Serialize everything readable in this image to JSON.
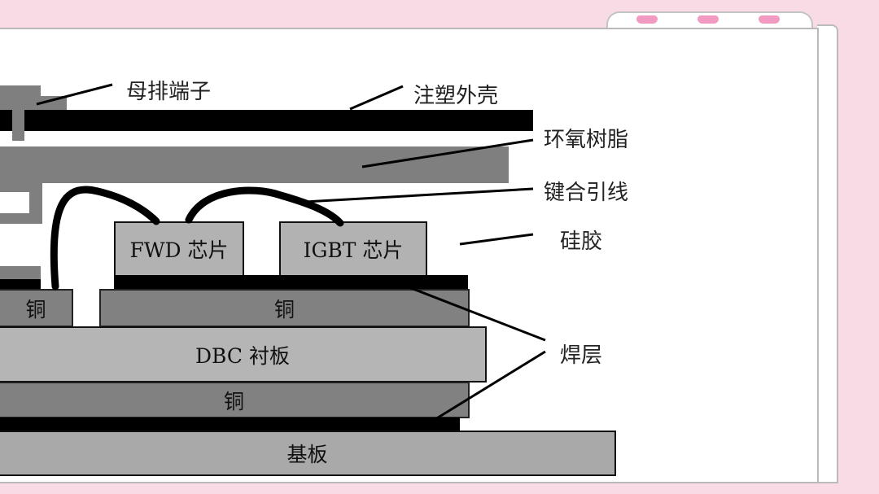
{
  "labels": {
    "busbar_terminal": "母排端子",
    "molded_housing": "注塑外壳",
    "epoxy_resin": "环氧树脂",
    "bond_wire": "键合引线",
    "silicone_gel": "硅胶",
    "solder_layer": "焊层"
  },
  "components": {
    "fwd_chip": "FWD 芯片",
    "igbt_chip": "IGBT 芯片",
    "copper_top_left": "铜",
    "copper_top_right": "铜",
    "dbc_substrate": "DBC 衬板",
    "copper_bottom": "铜",
    "baseplate": "基板"
  },
  "colors": {
    "background": "#f9dbe6",
    "heart": "#f39ac2"
  }
}
